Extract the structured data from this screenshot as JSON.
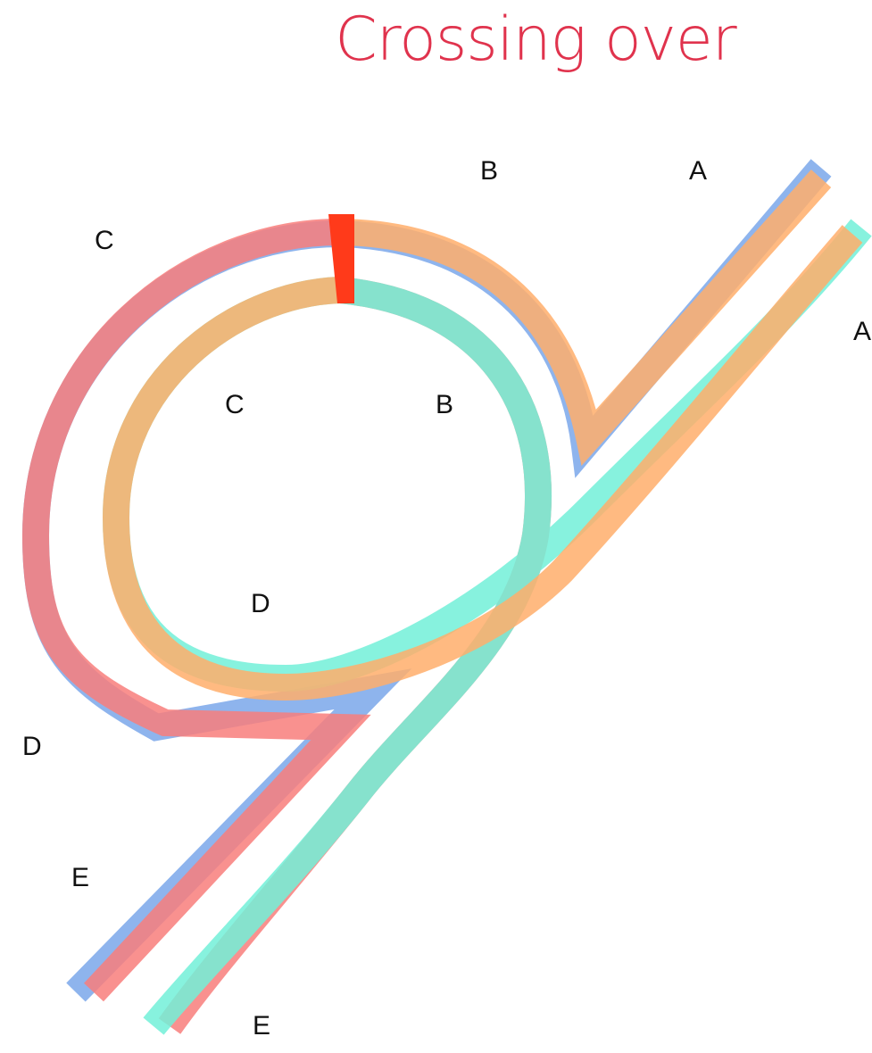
{
  "title": "Crossing over",
  "colors": {
    "title": "#e0334d",
    "blue_strand": "#7aa7ea",
    "red_strand": "#f87e7b",
    "orange_strand": "#ffae6b",
    "teal_strand": "#72f0d8",
    "crossover_point": "#ff3a1a",
    "label_text": "#111111"
  },
  "strands": [
    {
      "key": "blue",
      "chromosome": "outer",
      "color_key": "blue_strand"
    },
    {
      "key": "red",
      "chromosome": "outer",
      "color_key": "red_strand"
    },
    {
      "key": "orange",
      "chromosome": "inner",
      "color_key": "orange_strand"
    },
    {
      "key": "teal",
      "chromosome": "inner",
      "color_key": "teal_strand"
    }
  ],
  "labels": [
    {
      "id": "outer-a",
      "text": "A"
    },
    {
      "id": "outer-b",
      "text": "B"
    },
    {
      "id": "outer-c",
      "text": "C"
    },
    {
      "id": "outer-d",
      "text": "D"
    },
    {
      "id": "outer-e",
      "text": "E"
    },
    {
      "id": "inner-a",
      "text": "A"
    },
    {
      "id": "inner-b",
      "text": "B"
    },
    {
      "id": "inner-c",
      "text": "C"
    },
    {
      "id": "inner-d",
      "text": "D"
    },
    {
      "id": "inner-e",
      "text": "E"
    }
  ]
}
